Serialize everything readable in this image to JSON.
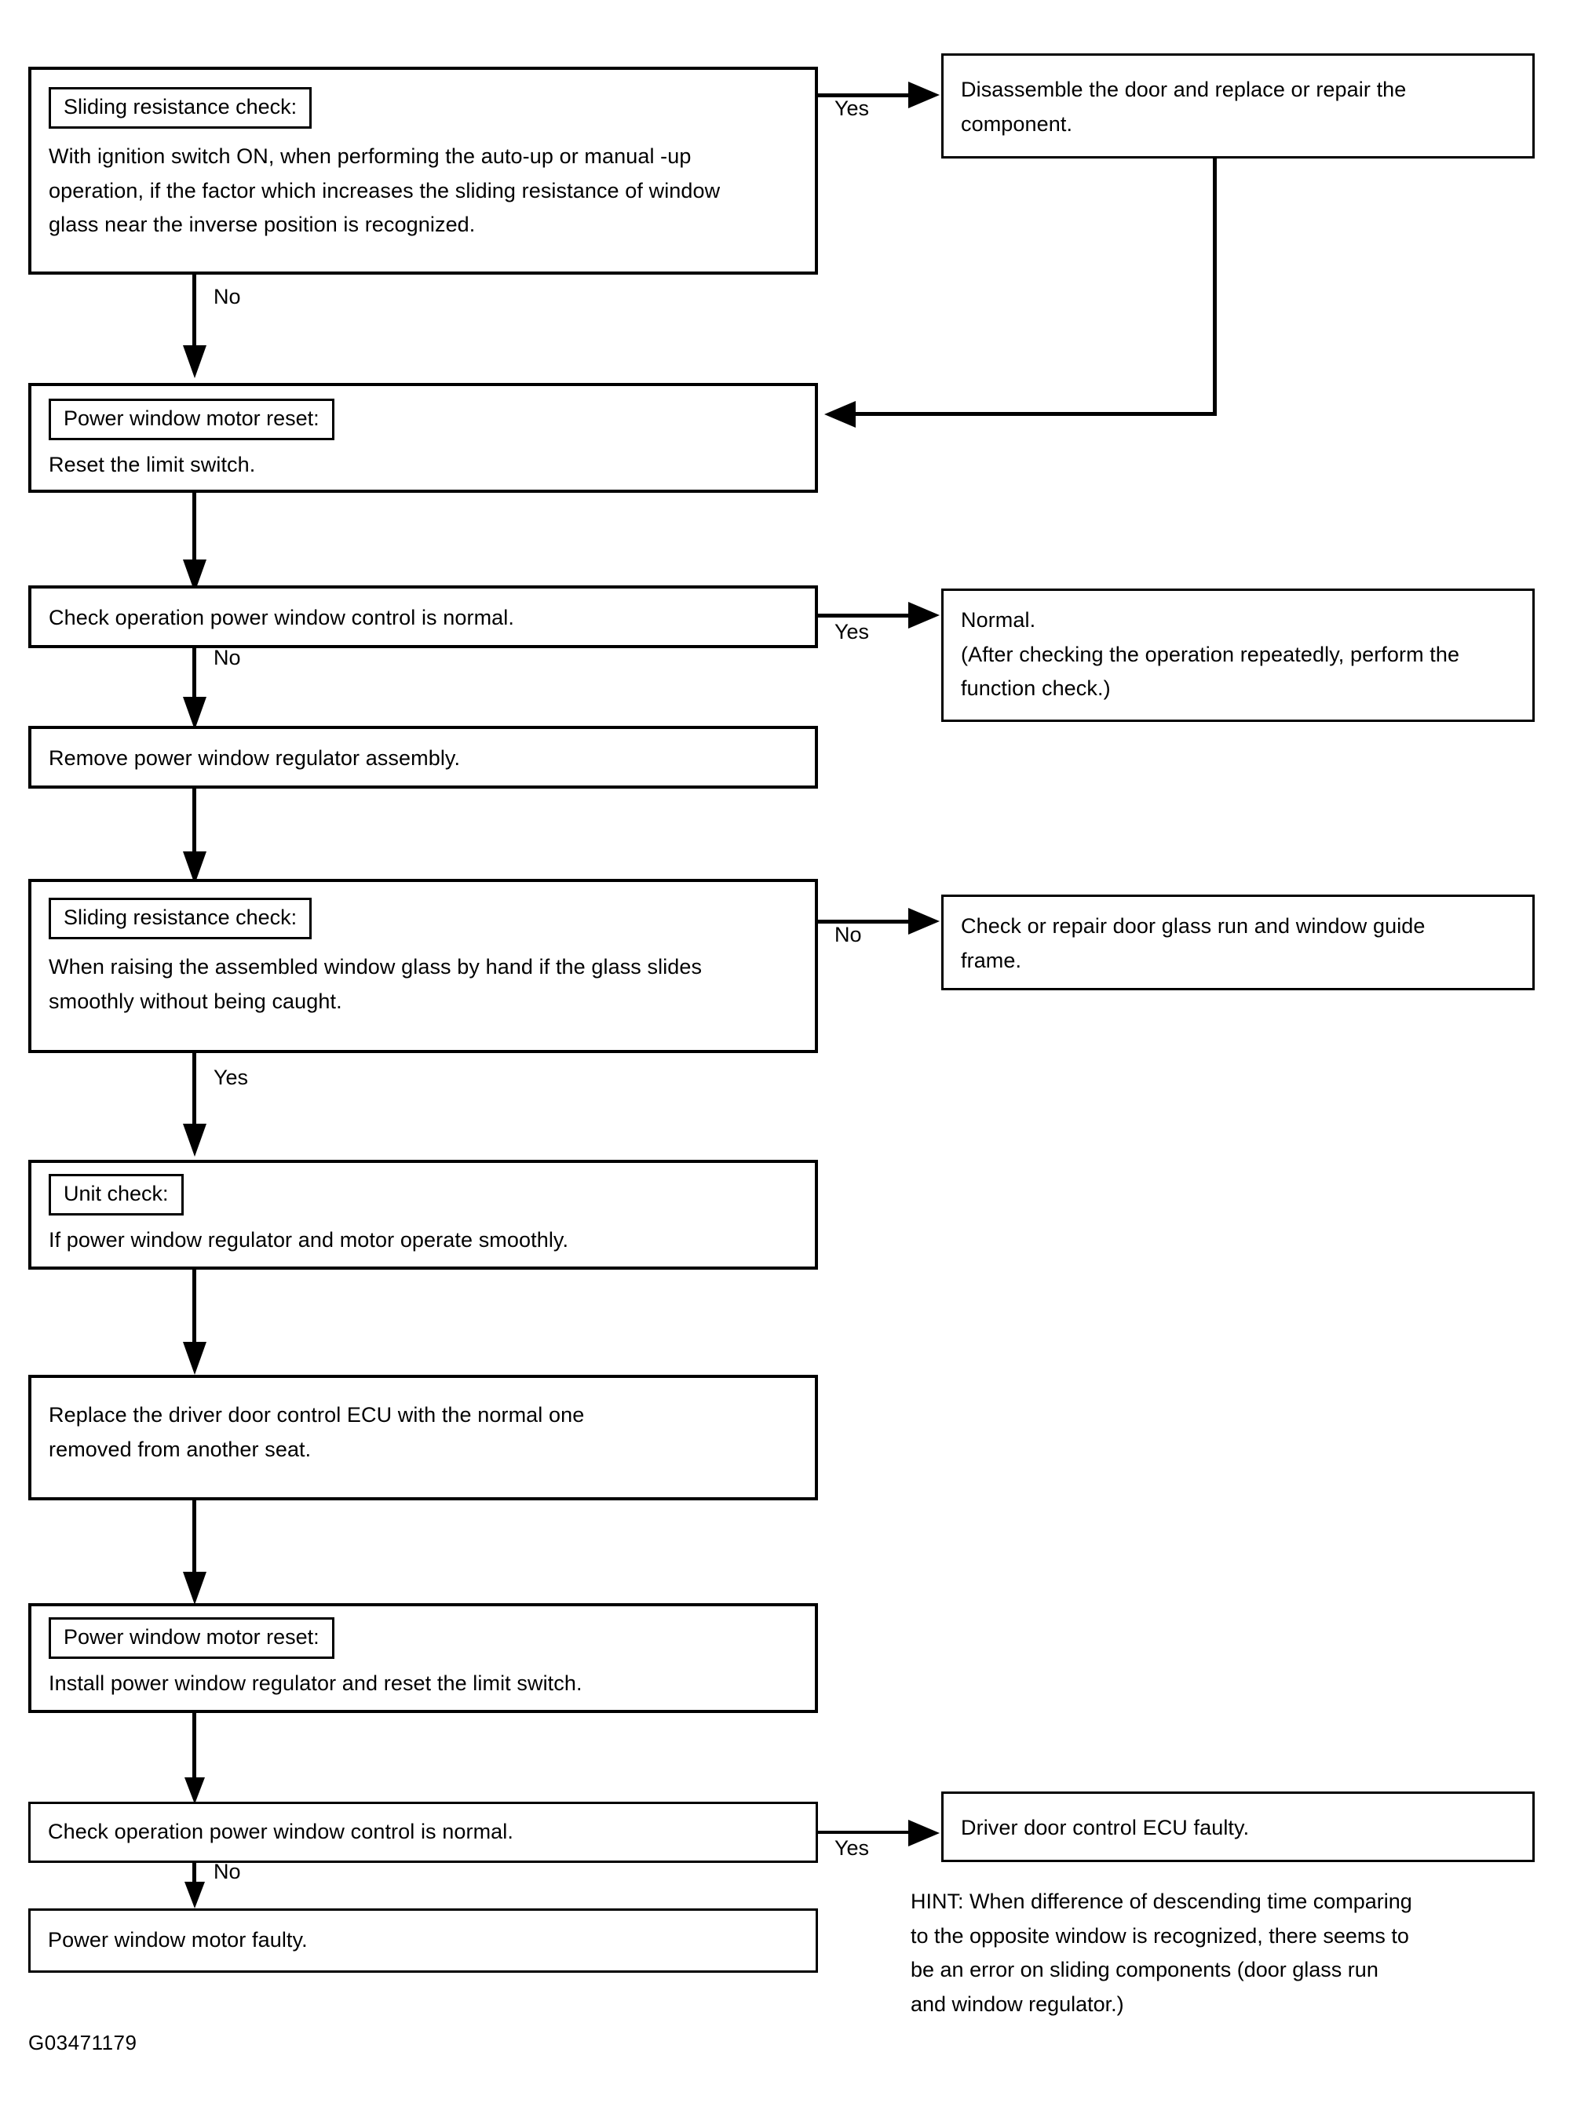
{
  "figure": {
    "code": "G03471179"
  },
  "nodes": {
    "sliding_resistance_check_1": {
      "tag": "Sliding  resistance check:",
      "body": "With ignition switch ON, when performing the auto-up or manual -up\noperation, if the factor which increases the sliding resistance of window\nglass near the inverse position is recognized."
    },
    "disassemble_door": {
      "body": "Disassemble the door and replace or repair the\ncomponent."
    },
    "motor_reset_1": {
      "tag": "Power window motor reset:",
      "body": "Reset the limit switch."
    },
    "check_operation_1": {
      "body": "Check operation power window control is normal."
    },
    "normal_result": {
      "body": "Normal.\n(After checking the operation repeatedly, perform the\nfunction check.)"
    },
    "remove_regulator": {
      "body": "Remove power window regulator assembly."
    },
    "sliding_resistance_check_2": {
      "tag": "Sliding  resistance check:",
      "body": "When raising the assembled window glass by hand if the glass slides\nsmoothly without being caught."
    },
    "check_repair_glass_run": {
      "body": "Check or repair door glass run and window guide\nframe."
    },
    "unit_check": {
      "tag": "Unit check:",
      "body": "If power window regulator and motor operate smoothly."
    },
    "replace_ecu": {
      "body": "Replace the driver door control ECU with the normal one\nremoved from another seat."
    },
    "motor_reset_2": {
      "tag": "Power window motor reset:",
      "body": "Install power window regulator and reset the limit switch."
    },
    "check_operation_2": {
      "body": "Check operation power window control is normal."
    },
    "ecu_faulty": {
      "body": "Driver door control ECU faulty."
    },
    "motor_faulty": {
      "body": "Power window motor faulty."
    }
  },
  "branch_labels": {
    "yes_1": "Yes",
    "no_1": "No",
    "yes_2": "Yes",
    "no_2": "No",
    "no_3": "No",
    "yes_3": "Yes",
    "yes_4": "Yes",
    "no_4": "No"
  },
  "hint": {
    "text": "HINT: When difference of descending time comparing\nto the opposite window is recognized, there seems to\nbe an error on sliding components (door glass run\nand window regulator.)"
  }
}
